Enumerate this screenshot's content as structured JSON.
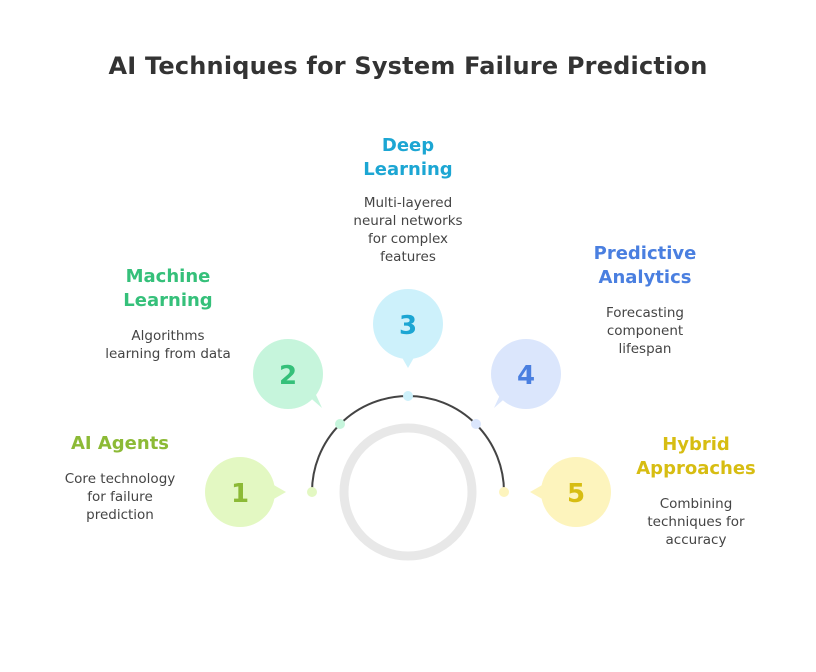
{
  "title": "AI Techniques for System Failure Prediction",
  "steps": [
    {
      "number": "1",
      "title": "AI Agents",
      "description": "Core technology\nfor failure\nprediction",
      "bubble_color": "#e3f8c2",
      "text_color": "#8cba36",
      "dot_color": "#e3f8c2"
    },
    {
      "number": "2",
      "title": "Machine\nLearning",
      "description": "Algorithms\nlearning from data",
      "bubble_color": "#c6f5dc",
      "text_color": "#35c07a",
      "dot_color": "#c6f5dc"
    },
    {
      "number": "3",
      "title": "Deep\nLearning",
      "description": "Multi-layered\nneural networks\nfor complex\nfeatures",
      "bubble_color": "#cdf1fb",
      "text_color": "#1ca6d3",
      "dot_color": "#cdf1fb"
    },
    {
      "number": "4",
      "title": "Predictive\nAnalytics",
      "description": "Forecasting\ncomponent\nlifespan",
      "bubble_color": "#dbe6fc",
      "text_color": "#4a7fe0",
      "dot_color": "#dbe6fc"
    },
    {
      "number": "5",
      "title": "Hybrid\nApproaches",
      "description": "Combining\ntechniques for\naccuracy",
      "bubble_color": "#fdf4bd",
      "text_color": "#d7bd12",
      "dot_color": "#fdf4bd"
    }
  ]
}
